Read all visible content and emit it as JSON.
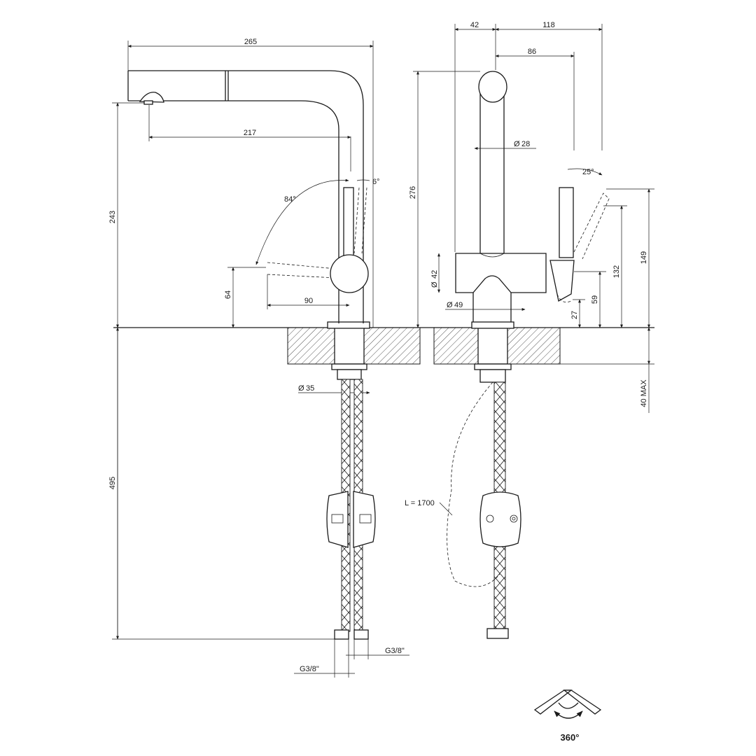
{
  "dimensions": {
    "d265": "265",
    "d217": "217",
    "d6deg": "6°",
    "d84deg": "84°",
    "d243": "243",
    "d64": "64",
    "d90": "90",
    "d35": "35",
    "d495": "495",
    "dG38_left": "G3/8\"",
    "dG38_right": "G3/8\"",
    "d42top": "42",
    "d118": "118",
    "d86": "86",
    "d28": "28",
    "d276": "276",
    "d25deg": "25°",
    "d42dia": "42",
    "d49": "49",
    "d27": "27",
    "d59": "59",
    "d132": "132",
    "d149": "149",
    "d40max": "40 MAX",
    "hoseLength": "L = 1700",
    "rotation": "360°"
  },
  "symbols": {
    "diameter": "Ø"
  },
  "colors": {
    "line": "#1a1a1a",
    "background": "#ffffff",
    "hatch": "#555555"
  }
}
